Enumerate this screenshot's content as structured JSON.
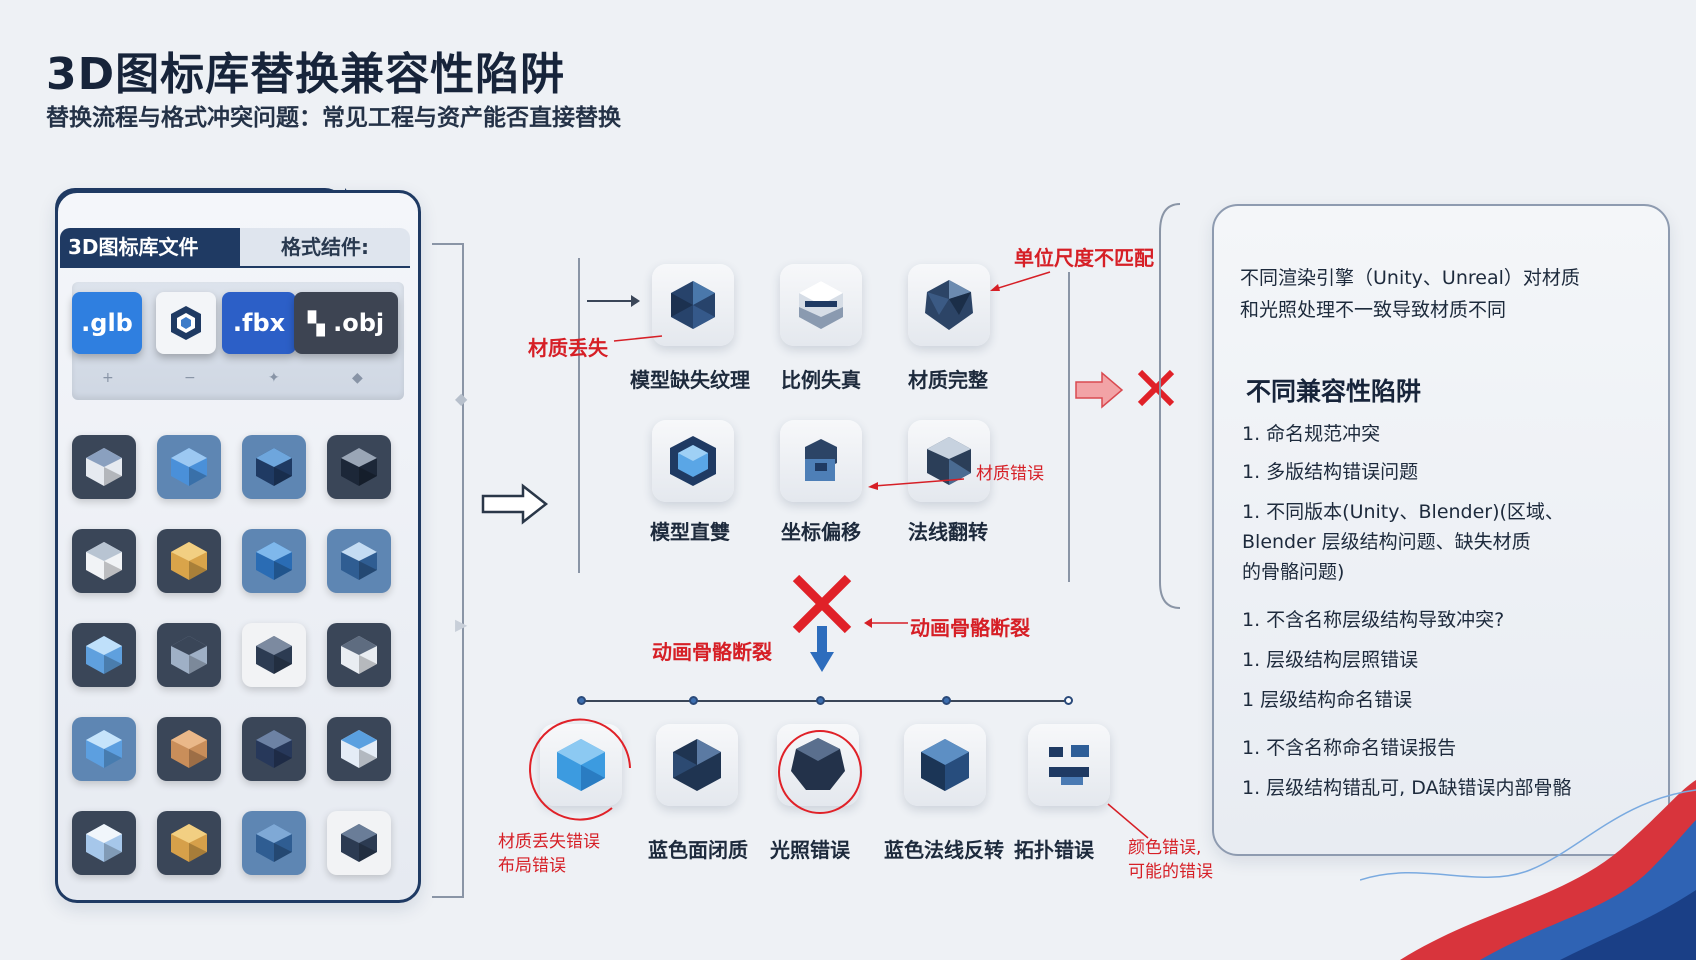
{
  "title": "3D图标库替换兼容性陷阱",
  "subtitle": "替换流程与格式冲突问题：常见工程与资产能否直接替换",
  "library": {
    "tab_label": "3D图标库文件",
    "format_label": "格式结件:",
    "formats": [
      ".glb",
      ".fbx",
      ".obj"
    ]
  },
  "issues": {
    "material_loss": "材质丢失",
    "unit_mismatch": "单位尺度不匹配",
    "material_note": "材质错误",
    "animation_break_right": "动画骨骼断裂",
    "animation_break_left": "动画骨骼断裂",
    "cards_row1": [
      "模型缺失纹理",
      "比例失真",
      "材质完整"
    ],
    "cards_row2": [
      "模型直雙",
      "坐标偏移",
      "法线翻转"
    ]
  },
  "bottom_row": {
    "labels": [
      "蓝色面闭质",
      "光照错误",
      "蓝色法线反转",
      "拓扑错误"
    ],
    "left_note": [
      "材质丢失错误",
      "布局错误"
    ],
    "right_note": [
      "颜色错误,",
      "可能的错误"
    ]
  },
  "right_panel": {
    "intro": [
      "不同渲染引擎（Unity、Unreal）对材质",
      "和光照处理不一致导致材质不同"
    ],
    "heading": "不同兼容性陷阱",
    "items": [
      "1. 命名规范冲突",
      "1. 多版结构错误问题",
      "1. 不同版本(Unity、Blender)(区域、",
      "Blender 层级结构问题、缺失材质",
      "的骨骼问题)",
      "1. 不含名称层级结构导致冲突?",
      "1. 层级结构层照错误",
      "1 层级结构命名错误",
      "1. 不含名称命名错误报告",
      "1. 层级结构错乱可, DA缺错误内部骨骼"
    ]
  },
  "colors": {
    "navy": "#1f3a63",
    "accent_red": "#d61f26",
    "accent_blue": "#3d7cc9",
    "glb": "#2f7fe0",
    "fbx": "#2c5fc7",
    "obj": "#3d4452"
  }
}
